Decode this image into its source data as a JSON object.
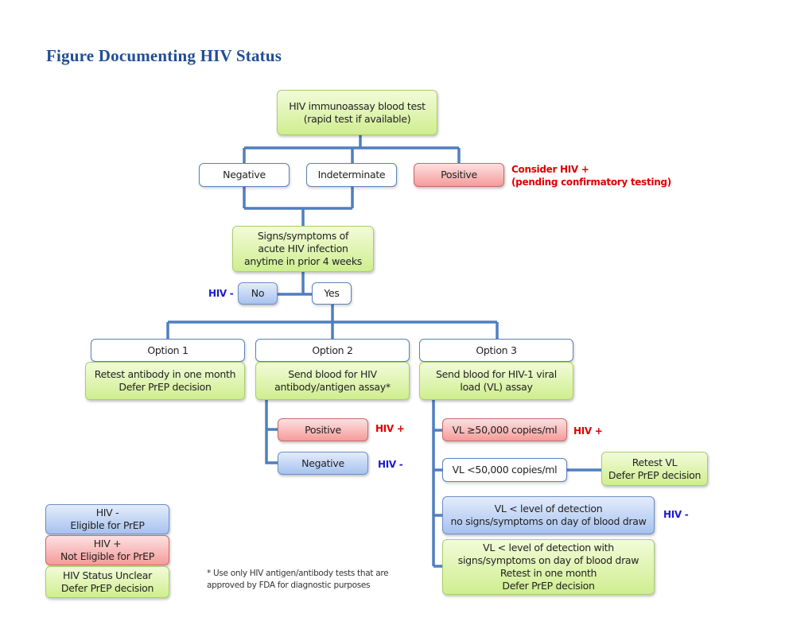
{
  "title": "Figure Documenting HIV Status",
  "colors": {
    "title": "#1f4e96",
    "connector": "#4f7fbf",
    "hiv_positive_label": "#e00000",
    "hiv_negative_label": "#1a1ad0",
    "green_box": "#d8f0a4",
    "red_box": "#f7b0b0",
    "blue_box": "#b8cff2"
  },
  "nodes": {
    "root": {
      "line1": "HIV immunoassay  blood test",
      "line2": "(rapid test if available)"
    },
    "result_negative": "Negative",
    "result_indeterminate": "Indeterminate",
    "result_positive": "Positive",
    "positive_note": {
      "line1": "Consider HIV +",
      "line2": "(pending confirmatory testing)"
    },
    "signs": {
      "line1": "Signs/symptoms of",
      "line2": "acute HIV infection",
      "line3": "anytime in prior 4 weeks"
    },
    "no": "No",
    "yes": "Yes",
    "no_label": "HIV -",
    "options": [
      {
        "header": "Option 1",
        "line1": "Retest antibody in one month",
        "line2": "Defer PrEP decision"
      },
      {
        "header": "Option 2",
        "line1": "Send blood for HIV",
        "line2": "antibody/antigen assay*"
      },
      {
        "header": "Option 3",
        "line1": "Send blood for HIV-1 viral",
        "line2": "load (VL) assay"
      }
    ],
    "option2_results": [
      {
        "text": "Positive",
        "label": "HIV +"
      },
      {
        "text": "Negative",
        "label": "HIV -"
      }
    ],
    "option3_results": {
      "vl_high": {
        "text": "VL ≥50,000 copies/ml",
        "label": "HIV +"
      },
      "vl_low": {
        "text": "VL <50,000 copies/ml"
      },
      "retest_vl": {
        "line1": "Retest VL",
        "line2": "Defer PrEP decision"
      },
      "vl_undetect_no_signs": {
        "line1": "VL < level of detection",
        "line2": "no signs/symptoms on day of blood draw",
        "label": "HIV -"
      },
      "vl_undetect_signs": {
        "line1": "VL < level of detection with",
        "line2": "signs/symptoms on day of blood draw",
        "line3": "Retest  in one month",
        "line4": "Defer PrEP decision"
      }
    }
  },
  "legend": [
    {
      "line1": "HIV -",
      "line2": "Eligible for PrEP",
      "color": "blue"
    },
    {
      "line1": "HIV +",
      "line2": "Not Eligible for PrEP",
      "color": "red"
    },
    {
      "line1": "HIV Status Unclear",
      "line2": "Defer PrEP decision",
      "color": "green"
    }
  ],
  "footnote": {
    "line1": "* Use only HIV antigen/antibody tests that are",
    "line2": "approved by FDA for diagnostic purposes"
  }
}
